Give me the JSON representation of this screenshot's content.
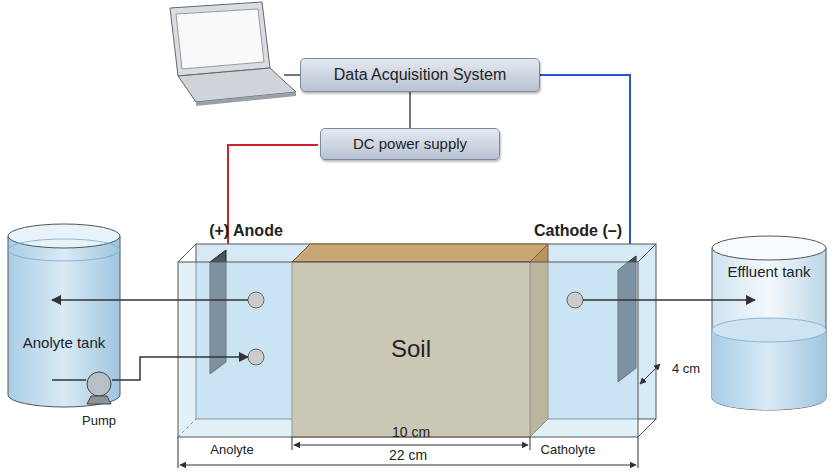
{
  "diagram": {
    "nodes": [
      {
        "text": [
          "Data Acquisition System"
        ]
      },
      {
        "text": [
          "DC power supply"
        ]
      },
      {
        "text": [
          "Anolyte tank"
        ]
      },
      {
        "text": [
          "Soil"
        ]
      },
      {
        "text": [
          "Effluent tank"
        ]
      }
    ],
    "edges": [
      {
        "from": 0,
        "to": 1,
        "arrow": "none"
      }
    ],
    "labels": [
      "(+) Anode",
      "Cathode (–)",
      "Anolyte",
      "Catholyte",
      "Pump",
      "10 cm",
      "22 cm",
      "4 cm"
    ]
  }
}
